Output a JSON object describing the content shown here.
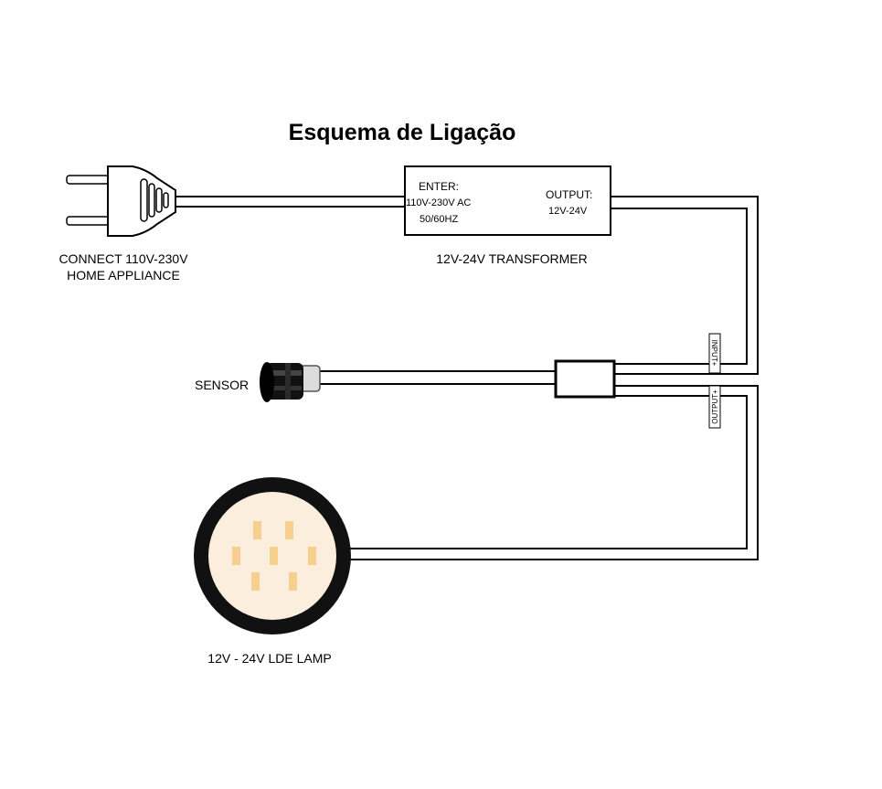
{
  "title": "Esquema de Ligação",
  "plug": {
    "label_line1": "CONNECT 110V-230V",
    "label_line2": "HOME APPLIANCE"
  },
  "transformer": {
    "enter_label": "ENTER:",
    "enter_voltage": "110V-230V AC",
    "enter_freq": "50/60HZ",
    "output_label": "OUTPUT:",
    "output_voltage": "12V-24V",
    "caption": "12V-24V TRANSFORMER"
  },
  "sensor": {
    "label": "SENSOR"
  },
  "connector": {
    "input_tag": "INPUT+",
    "output_tag": "OUTPUT+"
  },
  "lamp": {
    "label": "12V - 24V LDE LAMP",
    "glow_color": "#fbeedd",
    "led_color": "#f7cf8e",
    "ring_color": "#111111"
  }
}
